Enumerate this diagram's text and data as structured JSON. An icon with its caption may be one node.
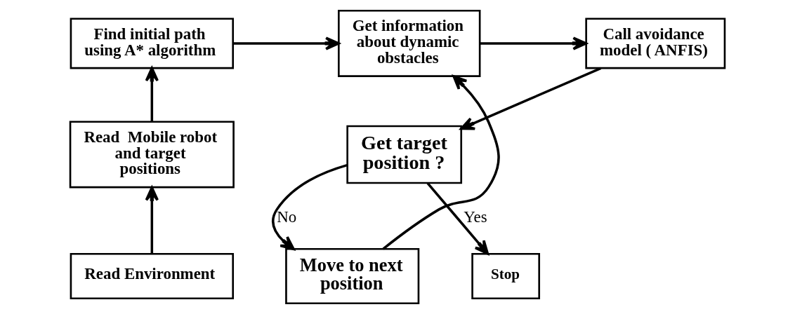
{
  "diagram": {
    "nodes": [
      {
        "text": [
          "Read Environment"
        ]
      },
      {
        "text": [
          "Read  Mobile robot and target positions"
        ]
      },
      {
        "text": [
          "Find initial path using A* algorithm"
        ]
      },
      {
        "text": [
          "Get information about dynamic obstacles"
        ]
      },
      {
        "text": [
          "Call avoidance model ( ANFIS)"
        ]
      },
      {
        "text": [
          "Get target position ?"
        ]
      },
      {
        "text": [
          "Move to next position"
        ]
      },
      {
        "text": [
          "Stop"
        ]
      }
    ],
    "edges": [
      {
        "from": 0,
        "to": 1,
        "arrow": "to"
      },
      {
        "from": 1,
        "to": 2,
        "arrow": "to"
      },
      {
        "from": 2,
        "to": 3,
        "arrow": "to"
      },
      {
        "from": 3,
        "to": 4,
        "arrow": "to"
      },
      {
        "from": 4,
        "to": 5,
        "arrow": "to"
      },
      {
        "from": 5,
        "to": 6,
        "arrow": "to",
        "label": "No"
      },
      {
        "from": 5,
        "to": 7,
        "arrow": "to",
        "label": "Yes"
      },
      {
        "from": 6,
        "to": 3,
        "arrow": "to"
      }
    ]
  }
}
